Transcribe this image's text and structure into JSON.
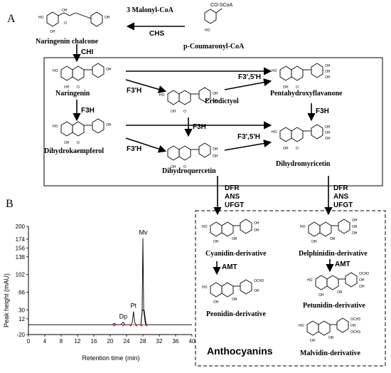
{
  "panels": {
    "a": "A",
    "b": "B"
  },
  "compounds": {
    "naringenin_chalcone": "Naringenin chalcone",
    "p_coumaroyl": "p-Coumaronyl-CoA",
    "coa_group": "CO-SCoA",
    "malonyl": "3 Malonyl-CoA",
    "naringenin": "Naringenin",
    "eriodictyol": "Eriodictyol",
    "pentahydroxy": "Pentahydroxyflavanone",
    "dihydrokaempferol": "Dihydrokaempferol",
    "dihydroquercetin": "Dihydroquercetin",
    "dihydromyricetin": "Dihydromyricetin",
    "cyanidin": "Cyanidin-derivative",
    "delphinidin": "Delphinidin-derivative",
    "peonidin": "Peonidin-derivative",
    "petunidin": "Petunidin-derivative",
    "malvidin": "Malvidin-derivative"
  },
  "enzymes": {
    "chs": "CHS",
    "chi": "CHI",
    "f3h_a": "F3'H",
    "f35h_a": "F3',5'H",
    "f3h_mid": "F3H",
    "f3h_left": "F3H",
    "f3h_right": "F3H",
    "f3h_b": "F3'H",
    "f35h_b": "F3',5'H",
    "dfr_left": "DFR",
    "ans_left": "ANS",
    "ufgt_left": "UFGT",
    "dfr_right": "DFR",
    "ans_right": "ANS",
    "ufgt_right": "UFGT",
    "amt_left": "AMT",
    "amt_right": "AMT"
  },
  "anthocyanins_title": "Anthocyanins",
  "chart_data": {
    "type": "line",
    "xlabel": "Retention time (min)",
    "ylabel": "Peak height (mAU)",
    "xlim": [
      0,
      40
    ],
    "ylim": [
      -20,
      200
    ],
    "xticks": [
      0,
      4,
      8,
      12,
      16,
      20,
      24,
      28,
      32,
      36,
      40
    ],
    "yticks": [
      -20,
      12,
      30,
      66,
      102,
      138,
      156,
      174,
      200
    ],
    "ytick_labels": [
      "-20",
      "12",
      "30",
      "66",
      "102",
      "138",
      "156",
      "174",
      "200"
    ],
    "peaks": [
      {
        "name": "Dp",
        "x": 23.2,
        "y": 5
      },
      {
        "name": "Pt",
        "x": 25.7,
        "y": 27
      },
      {
        "name": "Mv",
        "x": 28.1,
        "y": 176
      }
    ],
    "series": [
      {
        "values": [
          [
            0,
            0
          ],
          [
            20.5,
            0
          ],
          [
            21.0,
            3
          ],
          [
            21.5,
            0
          ],
          [
            22.6,
            0
          ],
          [
            22.9,
            3
          ],
          [
            23.2,
            5
          ],
          [
            23.5,
            1
          ],
          [
            23.8,
            0
          ],
          [
            25.0,
            0
          ],
          [
            25.4,
            5
          ],
          [
            25.7,
            27
          ],
          [
            26.0,
            5
          ],
          [
            26.3,
            0
          ],
          [
            27.5,
            0
          ],
          [
            27.8,
            25
          ],
          [
            28.0,
            176
          ],
          [
            28.2,
            30
          ],
          [
            28.6,
            2
          ],
          [
            29.0,
            0
          ],
          [
            40,
            0
          ]
        ]
      },
      {
        "values": [
          [
            27.5,
            0
          ],
          [
            27.9,
            30
          ],
          [
            28.3,
            30
          ],
          [
            28.8,
            0
          ]
        ]
      }
    ]
  }
}
